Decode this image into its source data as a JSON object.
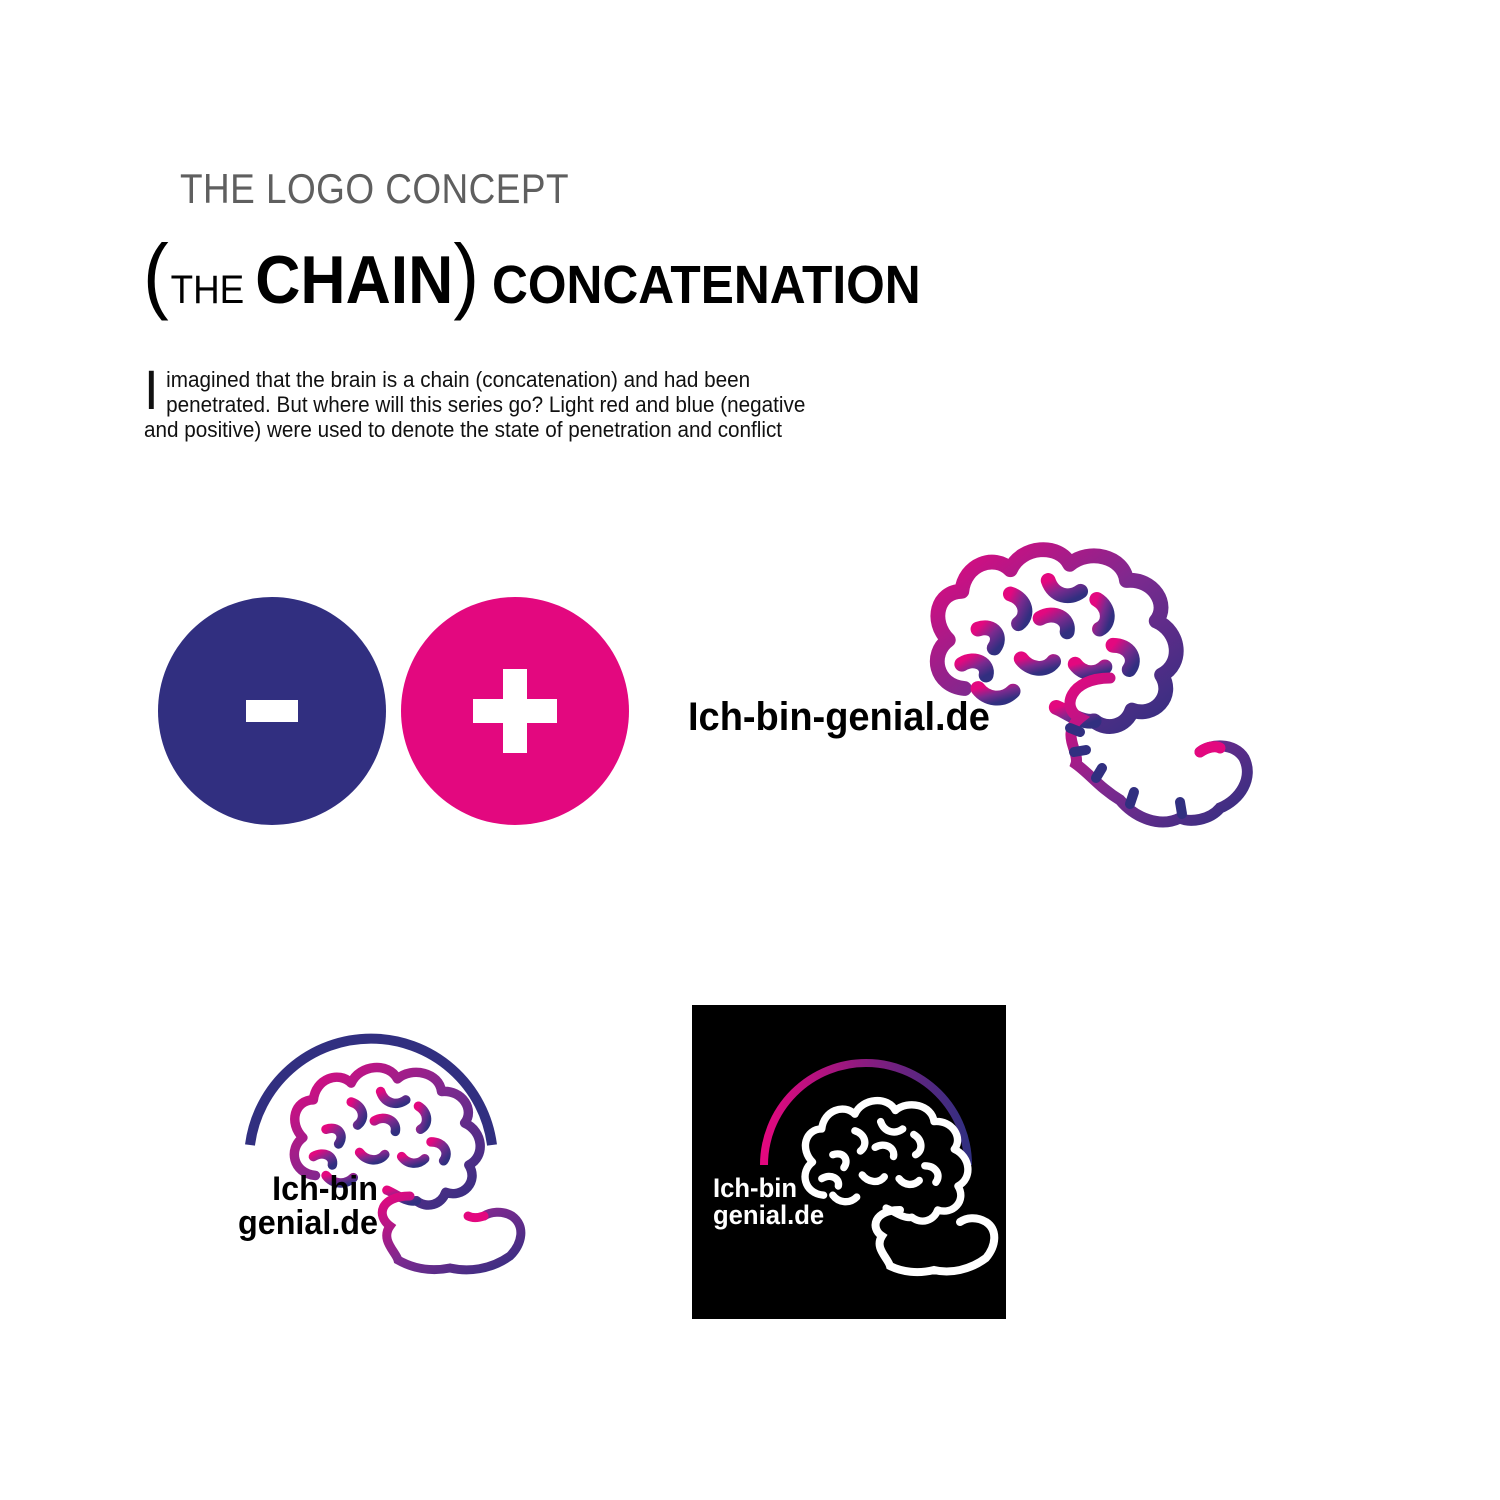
{
  "header": {
    "kicker": "THE LOGO CONCEPT",
    "open_paren": "(",
    "the_word": "THE",
    "chain_word": "CHAIN",
    "close_paren": ")",
    "concat_word": "CONCATENATION"
  },
  "description": {
    "drop_cap": "I",
    "text": "imagined that the brain is a chain (concatenation) and had been penetrated. But where will this series go? Light red and blue (negative and positive) were used to denote the state of penetration and conflict"
  },
  "logos": {
    "primary_text": "Ich-bin-genial.de",
    "stacked_line1": "Ich-bin",
    "stacked_line2": "genial.de",
    "inverse_line1": "Ich-bin",
    "inverse_line2": "genial.de"
  },
  "colors": {
    "blue": "#312f80",
    "pink": "#e3087f",
    "black": "#000000",
    "white": "#ffffff"
  }
}
